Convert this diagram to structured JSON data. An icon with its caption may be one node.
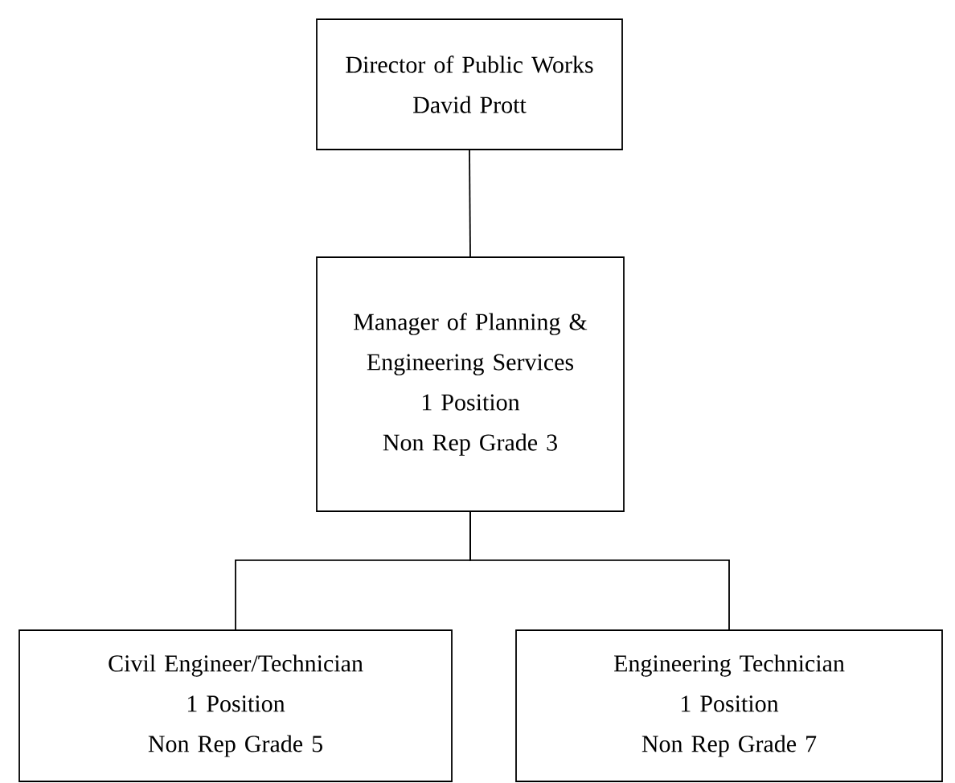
{
  "diagram": {
    "nodes": [
      {
        "text": [
          "Director of Public Works",
          "David Prott"
        ]
      },
      {
        "text": [
          "Manager of Planning & Engineering Services",
          "1 Position",
          "Non Rep Grade 3"
        ]
      },
      {
        "text": [
          "Civil Engineer/Technician",
          "1 Position",
          "Non Rep Grade 5"
        ]
      },
      {
        "text": [
          "Engineering Technician",
          "1 Position",
          "Non Rep Grade 7"
        ]
      }
    ],
    "edges": [
      {
        "from": 0,
        "to": 1,
        "arrow": "none"
      },
      {
        "from": 1,
        "to": 2,
        "arrow": "none"
      },
      {
        "from": 1,
        "to": 3,
        "arrow": "none"
      }
    ]
  }
}
